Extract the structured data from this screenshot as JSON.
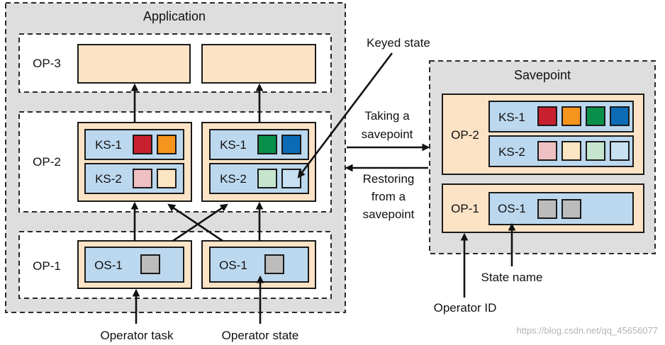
{
  "application": {
    "title": "Application",
    "op3": {
      "label": "OP-3"
    },
    "op2": {
      "label": "OP-2",
      "tasks": [
        {
          "ks1": "KS-1",
          "ks2": "KS-2"
        },
        {
          "ks1": "KS-1",
          "ks2": "KS-2"
        }
      ]
    },
    "op1": {
      "label": "OP-1",
      "tasks": [
        {
          "os1": "OS-1"
        },
        {
          "os1": "OS-1"
        }
      ]
    }
  },
  "annotations": {
    "keyed_state": "Keyed state",
    "operator_task": "Operator task",
    "operator_state": "Operator state",
    "taking_savepoint": [
      "Taking a",
      "savepoint"
    ],
    "restoring_savepoint": [
      "Restoring",
      "from a",
      "savepoint"
    ],
    "state_name": "State name",
    "operator_id": "Operator ID"
  },
  "savepoint": {
    "title": "Savepoint",
    "op2": {
      "label": "OP-2",
      "ks1": "KS-1",
      "ks2": "KS-2"
    },
    "op1": {
      "label": "OP-1",
      "os1": "OS-1"
    }
  },
  "watermark": "https://blog.csdn.net/qq_45656077",
  "colors": {
    "container_fill": "#dedede",
    "row_fill": "#ffffff",
    "task_fill": "#fde3c6",
    "state_fill": "#bcd8ef"
  },
  "state_colors": {
    "ks1": [
      "#c8202f",
      "#f7941d",
      "#08904a",
      "#0b6cb5"
    ],
    "ks2": [
      "#efc0c3",
      "#fde6c3",
      "#c5e5cf",
      "#c7e0f2"
    ],
    "os1": [
      "#bcbcbc",
      "#bcbcbc"
    ]
  }
}
